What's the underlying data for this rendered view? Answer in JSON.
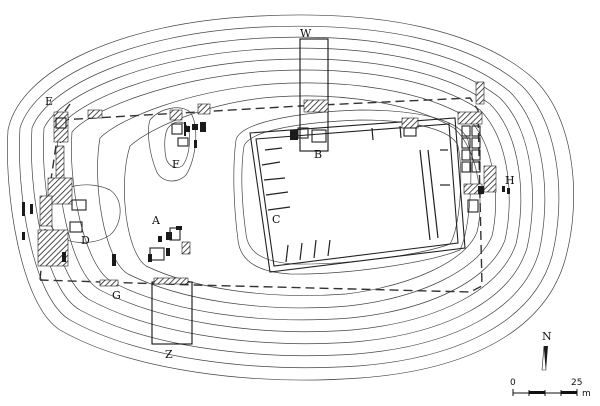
{
  "labels": {
    "A": "A",
    "B": "B",
    "C": "C",
    "D": "D",
    "E": "E",
    "F": "F",
    "G": "G",
    "H": "H",
    "W": "W",
    "Z": "Z"
  },
  "north_arrow": {
    "letter": "N"
  },
  "scale_bar": {
    "start": "0",
    "end": "25",
    "unit": "m"
  }
}
